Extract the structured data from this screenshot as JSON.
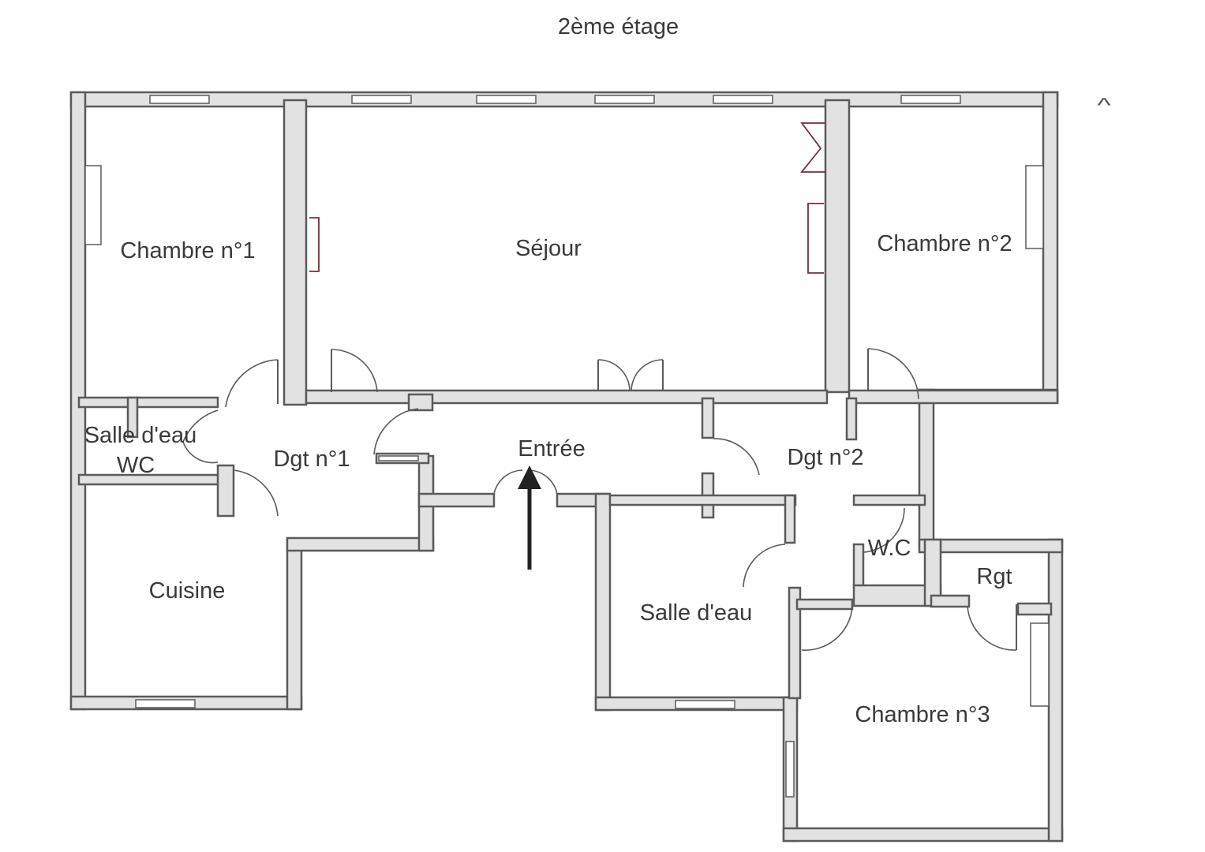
{
  "title": "2ème étage",
  "rooms": {
    "chambre1": "Chambre n°1",
    "sejour": "Séjour",
    "chambre2": "Chambre n°2",
    "salle_eau_wc_1": "Salle d'eau",
    "salle_eau_wc_2": "WC",
    "dgt1": "Dgt n°1",
    "entree": "Entrée",
    "dgt2": "Dgt n°2",
    "wc": "W.C",
    "rgt": "Rgt",
    "cuisine": "Cuisine",
    "salle_eau": "Salle d'eau",
    "chambre3": "Chambre n°3"
  },
  "collapse_icon": "chevron-up-icon",
  "colors": {
    "wall": "#e2e2e2",
    "outline": "#5a5a5a",
    "radiator": "#7a2b3a",
    "text": "#3a3a3a"
  }
}
